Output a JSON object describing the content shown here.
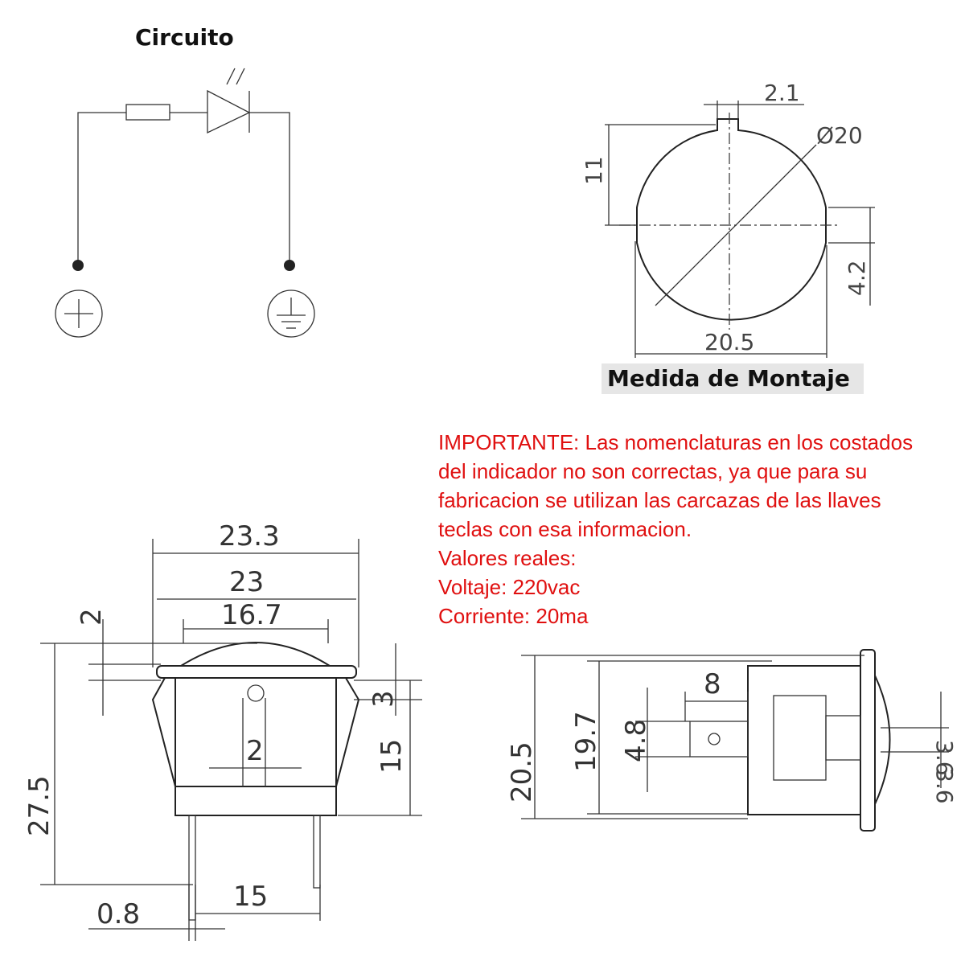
{
  "circuit": {
    "title": "Circuito"
  },
  "mounting": {
    "title": "Medida de Montaje",
    "dims": {
      "notch_width": "2.1",
      "diameter": "Ø20",
      "height_to_center": "11",
      "flat_offset": "4.2",
      "flat_width": "20.5"
    }
  },
  "front_view": {
    "dims": {
      "outer_width": "23.3",
      "bezel_width": "23",
      "lens_width": "16.7",
      "lens_height": "2",
      "bezel_thickness": "3",
      "body_height": "15",
      "slot_width": "2",
      "total_height": "27.5",
      "pin_thickness": "0.8",
      "pin_spacing": "15"
    }
  },
  "side_view": {
    "dims": {
      "outer_height": "20.5",
      "body_height": "19.7",
      "terminal_height": "4.8",
      "terminal_width": "8",
      "lens_offset_top": "3.6",
      "lens_offset_bottom": "3.6"
    }
  },
  "note": {
    "lines": [
      "IMPORTANTE: Las nomenclaturas en los costados",
      "del indicador no son correctas, ya que para su",
      "fabricacion se utilizan las carcazas de las llaves",
      "teclas con esa informacion.",
      "Valores reales:",
      "Voltaje: 220vac",
      "Corriente: 20ma"
    ]
  }
}
